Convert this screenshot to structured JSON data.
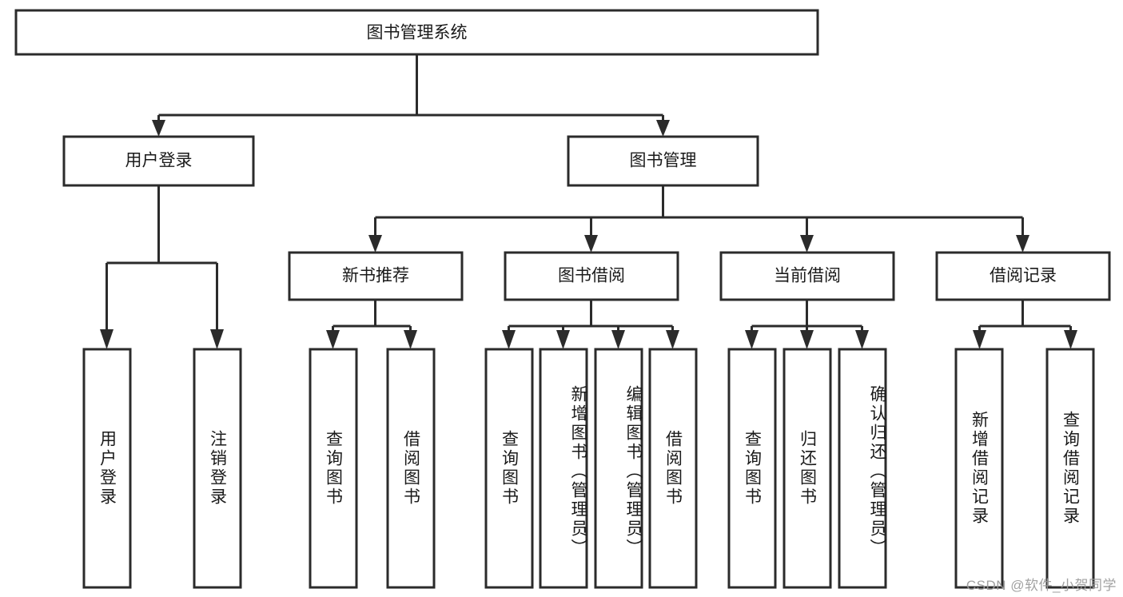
{
  "diagram": {
    "type": "tree",
    "title": "图书管理系统",
    "orientation": "top-down",
    "colors": {
      "box_stroke": "#2b2b2b",
      "box_fill": "#ffffff",
      "text": "#1a1a1a",
      "background": "#ffffff",
      "watermark": "#9a9a9a"
    },
    "root": {
      "label": "图书管理系统",
      "children": [
        {
          "label": "用户登录",
          "children": [
            {
              "label": "用户登录"
            },
            {
              "label": "注销登录"
            }
          ]
        },
        {
          "label": "图书管理",
          "children": [
            {
              "label": "新书推荐",
              "children": [
                {
                  "label": "查询图书"
                },
                {
                  "label": "借阅图书"
                }
              ]
            },
            {
              "label": "图书借阅",
              "children": [
                {
                  "label": "查询图书"
                },
                {
                  "label": "新增图书（管理员）"
                },
                {
                  "label": "编辑图书（管理员）"
                },
                {
                  "label": "借阅图书"
                }
              ]
            },
            {
              "label": "当前借阅",
              "children": [
                {
                  "label": "查询图书"
                },
                {
                  "label": "归还图书"
                },
                {
                  "label": "确认归还（管理员）"
                }
              ]
            },
            {
              "label": "借阅记录",
              "children": [
                {
                  "label": "新增借阅记录"
                },
                {
                  "label": "查询借阅记录"
                }
              ]
            }
          ]
        }
      ]
    }
  },
  "nodes": {
    "root": "图书管理系统",
    "l2": {
      "user_login": "用户登录",
      "book_manage": "图书管理"
    },
    "l3": {
      "new_book_rec": "新书推荐",
      "book_borrow": "图书借阅",
      "current_borrow": "当前借阅",
      "borrow_record": "借阅记录"
    },
    "leaf": {
      "user_login_1": "用户登录",
      "user_login_2": "注销登录",
      "newbook_1": "查询图书",
      "newbook_2": "借阅图书",
      "borrow_1": "查询图书",
      "borrow_2": "新增图书（管理员）",
      "borrow_3": "编辑图书（管理员）",
      "borrow_4": "借阅图书",
      "current_1": "查询图书",
      "current_2": "归还图书",
      "current_3": "确认归还（管理员）",
      "record_1": "新增借阅记录",
      "record_2": "查询借阅记录"
    }
  },
  "watermark": {
    "text": "CSDN @软件_小贺同学"
  }
}
